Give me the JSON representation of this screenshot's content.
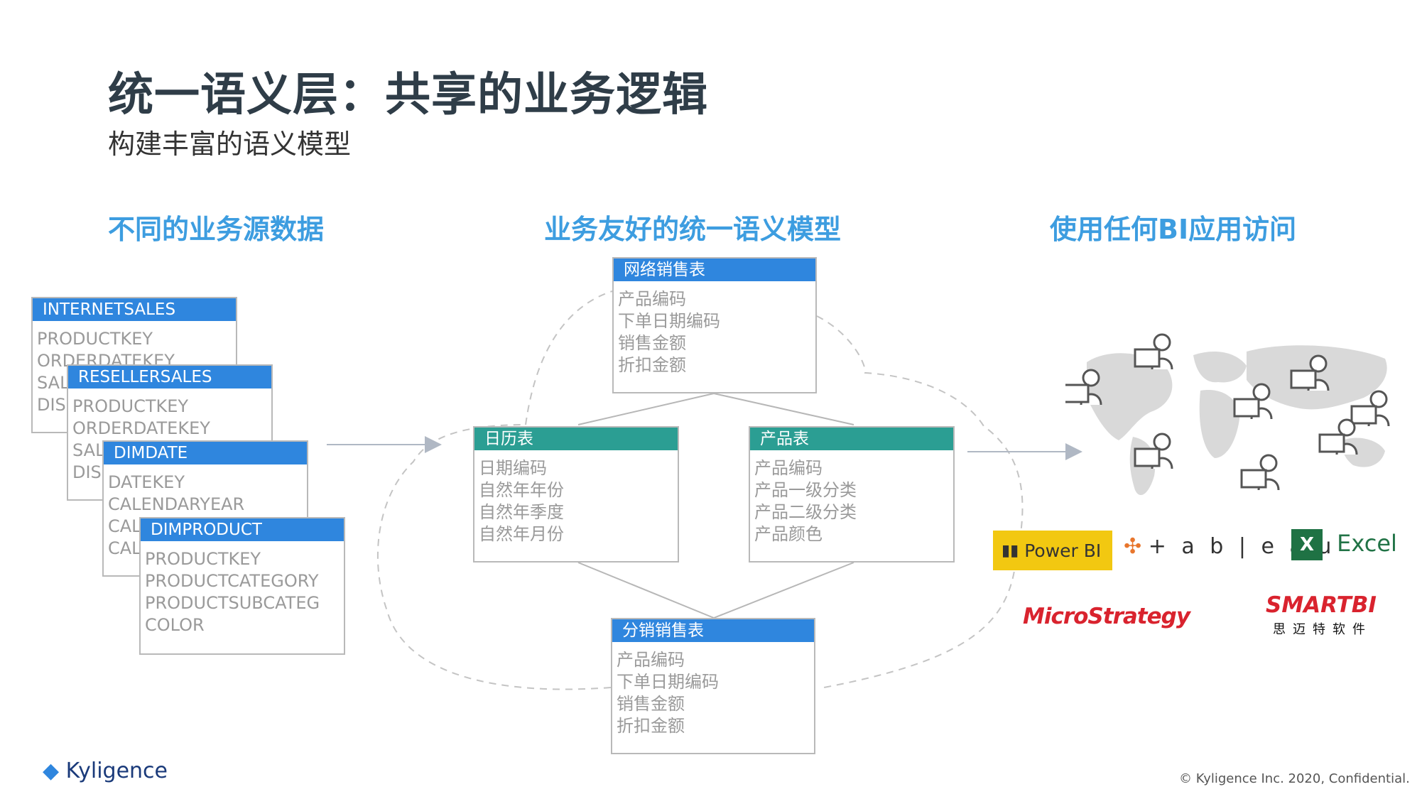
{
  "title": "统一语义层：共享的业务逻辑",
  "subtitle": "构建丰富的语义模型",
  "columns": {
    "left": "不同的业务源数据",
    "middle": "业务友好的统一语义模型",
    "right": "使用任何BI应用访问"
  },
  "source_tables": [
    {
      "name": "INTERNETSALES",
      "fields": [
        "PRODUCTKEY",
        "ORDERDATEKEY",
        "SAL",
        "DISC"
      ]
    },
    {
      "name": "RESELLERSALES",
      "fields": [
        "PRODUCTKEY",
        "ORDERDATEKEY",
        "SAL",
        "DISC"
      ]
    },
    {
      "name": "DIMDATE",
      "fields": [
        "DATEKEY",
        "CALENDARYEAR",
        "CAL",
        "CAL"
      ]
    },
    {
      "name": "DIMPRODUCT",
      "fields": [
        "PRODUCTKEY",
        "PRODUCTCATEGORY",
        "PRODUCTSUBCATEG",
        "COLOR"
      ]
    }
  ],
  "model_tables": {
    "internet_sales": {
      "name": "网络销售表",
      "fields": [
        "产品编码",
        "下单日期编码",
        "销售金额",
        "折扣金额"
      ]
    },
    "calendar": {
      "name": "日历表",
      "fields": [
        "日期编码",
        "自然年年份",
        "自然年季度",
        "自然年月份"
      ]
    },
    "product": {
      "name": "产品表",
      "fields": [
        "产品编码",
        "产品一级分类",
        "产品二级分类",
        "产品颜色"
      ]
    },
    "reseller_sales": {
      "name": "分销销售表",
      "fields": [
        "产品编码",
        "下单日期编码",
        "销售金额",
        "折扣金额"
      ]
    }
  },
  "bi_tools": {
    "powerbi": "Power BI",
    "tableau": "+ a b | e a u",
    "excel": "Excel",
    "microstrategy": "MicroStrategy",
    "smartbi": "SMARTBI",
    "smartbi_sub": "思迈特软件"
  },
  "brand": "Kyligence",
  "copyright": "© Kyligence Inc. 2020, Confidential.",
  "colors": {
    "blue_header": "#2f86de",
    "teal_header": "#2b9e93",
    "heading_blue": "#3d9de0",
    "title": "#2f3d48"
  }
}
